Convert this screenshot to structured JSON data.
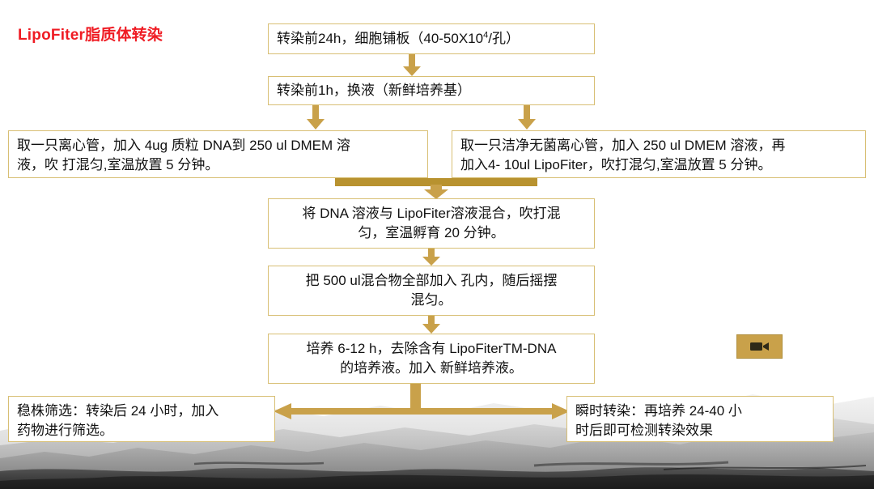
{
  "slide": {
    "title": "LipoFiter脂质体转染",
    "title_color": "#ef1c24",
    "accent_color": "#c9a14a",
    "box_border_color": "#d8bf74"
  },
  "flow": {
    "boxes": [
      {
        "id": "box-plate",
        "name": "step-cell-plating",
        "text": "转染前24h，细胞铺板（40-50X10⁴/孔）",
        "text_main": "转染前24h，细胞铺板（40-50X10",
        "text_sup": "4",
        "text_tail": "/孔）",
        "align": "left"
      },
      {
        "id": "box-medium",
        "name": "step-change-medium",
        "text": "转染前1h，换液（新鲜培养基）",
        "align": "left"
      },
      {
        "id": "box-dna",
        "name": "step-dna-tube",
        "line1": "取一只离心管，加入 4ug 质粒 DNA到 250 ul DMEM 溶",
        "line2": "液，吹 打混匀,室温放置 5 分钟。",
        "align": "left"
      },
      {
        "id": "box-lipo",
        "name": "step-lipofiter-tube",
        "line1": "取一只洁净无菌离心管，加入 250 ul DMEM 溶液，再",
        "line2": "加入4- 10ul LipoFiter，吹打混匀,室温放置 5 分钟。",
        "align": "left"
      },
      {
        "id": "box-mix",
        "name": "step-combine-solutions",
        "line1": "将 DNA 溶液与 LipoFiter溶液混合，吹打混",
        "line2": "匀，室温孵育 20 分钟。",
        "align": "center"
      },
      {
        "id": "box-add-well",
        "name": "step-add-to-well",
        "line1": "把 500 ul混合物全部加入 孔内，随后摇摆",
        "line2": "混匀。",
        "align": "center"
      },
      {
        "id": "box-culture",
        "name": "step-culture-replace",
        "line1": "培养 6-12 h，去除含有 LipoFiterTM-DNA",
        "line2": "的培养液。加入 新鲜培养液。",
        "align": "center"
      },
      {
        "id": "box-stable",
        "name": "outcome-stable-selection",
        "line1": "稳株筛选：转染后 24 小时，加入",
        "line2": "药物进行筛选。",
        "align": "left"
      },
      {
        "id": "box-transient",
        "name": "outcome-transient-transfection",
        "line1": "瞬时转染：再培养 24-40 小",
        "line2": "时后即可检测转染效果",
        "align": "left"
      }
    ]
  },
  "controls": {
    "video_button_icon": "video-camera-icon"
  }
}
